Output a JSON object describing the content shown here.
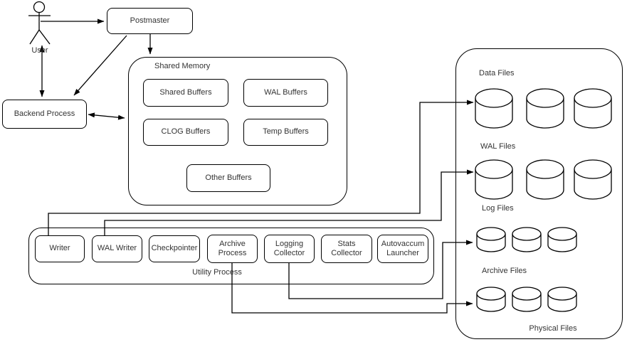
{
  "diagram": {
    "background": "#ffffff",
    "line_color": "#000000",
    "text_color": "#333333",
    "user_label": "User",
    "postmaster_label": "Postmaster",
    "backend_label": "Backend Process",
    "shared_memory": {
      "title": "Shared Memory",
      "buffers": [
        "Shared Buffers",
        "WAL Buffers",
        "CLOG Buffers",
        "Temp Buffers",
        "Other Buffers"
      ]
    },
    "utility_process": {
      "title": "Utility Process",
      "processes": [
        "Writer",
        "WAL Writer",
        "Checkpointer",
        "Archive Process",
        "Logging Collector",
        "Stats Collector",
        "Autovaccum Launcher"
      ]
    },
    "physical_files": {
      "title": "Physical Files",
      "groups": [
        {
          "label": "Data Files",
          "cylinder_count": 3,
          "cylinder_size": "large"
        },
        {
          "label": "WAL Files",
          "cylinder_count": 3,
          "cylinder_size": "large"
        },
        {
          "label": "Log Files",
          "cylinder_count": 3,
          "cylinder_size": "small"
        },
        {
          "label": "Archive Files",
          "cylinder_count": 3,
          "cylinder_size": "small"
        }
      ]
    }
  }
}
